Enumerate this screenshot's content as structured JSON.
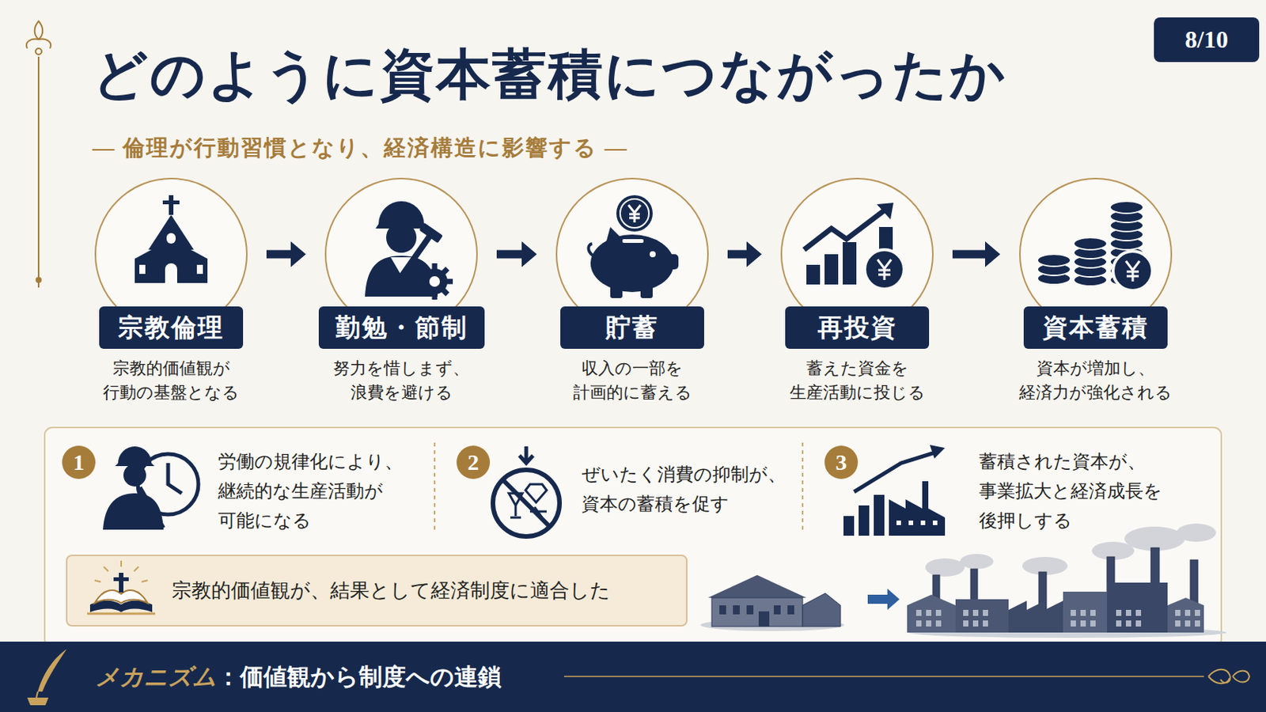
{
  "diagram": {
    "title": "どのように資本蓄積につながったか",
    "nodes": [
      {
        "text": [
          "8/10"
        ]
      },
      {
        "text": [
          "宗教倫理",
          "宗教的価値観が 行動の基盤となる"
        ]
      },
      {
        "text": [
          "勤勉・節制",
          "努力を惜しまず、 浪費を避ける"
        ]
      },
      {
        "text": [
          "貯蓄",
          "収入の一部を 計画的に蓄える"
        ]
      },
      {
        "text": [
          "再投資",
          "蓄えた資金を 生産活動に投じる"
        ]
      },
      {
        "text": [
          "資本蓄積",
          "資本が増加し、 経済力が強化される"
        ]
      },
      {
        "text": [
          "宗教的価値観が、結果として経済制度に適合した"
        ]
      },
      {
        "text": [
          "メカニズム",
          "：価値観から制度への連鎖"
        ]
      }
    ],
    "edges": [
      {
        "from": 1,
        "to": 2,
        "arrow": "to"
      },
      {
        "from": 2,
        "to": 3,
        "arrow": "to"
      },
      {
        "from": 3,
        "to": 4,
        "arrow": "to"
      },
      {
        "from": 4,
        "to": 5,
        "arrow": "to"
      }
    ],
    "labels": [
      "— 倫理が行動習慣となり、経済構造に影響する —",
      "1",
      "労働の規律化により、 継続的な生産活動が 可能になる",
      "2",
      "ぜいたく消費の抑制が、 資本の蓄積を促す",
      "3",
      "蓄積された資本が、 事業拡大と経済成長を 後押しする"
    ]
  }
}
